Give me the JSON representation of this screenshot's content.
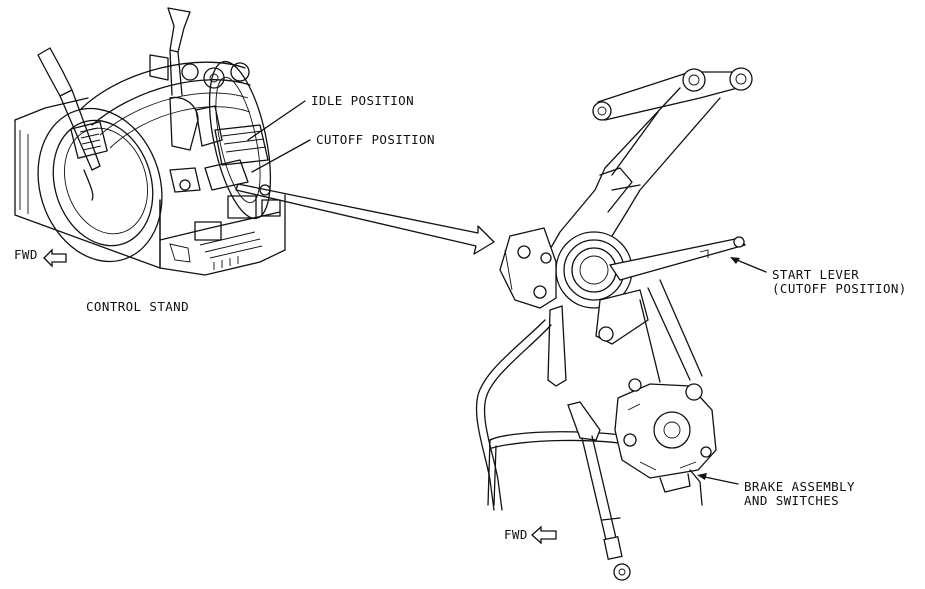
{
  "labels": {
    "idle_position": "IDLE POSITION",
    "cutoff_position": "CUTOFF POSITION",
    "start_lever_line1": "START LEVER",
    "start_lever_line2": "(CUTOFF POSITION)",
    "brake_line1": "BRAKE ASSEMBLY",
    "brake_line2": "AND SWITCHES",
    "control_stand": "CONTROL STAND",
    "fwd_left": "FWD",
    "fwd_right": "FWD"
  },
  "icons": {
    "fwd_arrow": "left-outline-arrow-icon"
  }
}
